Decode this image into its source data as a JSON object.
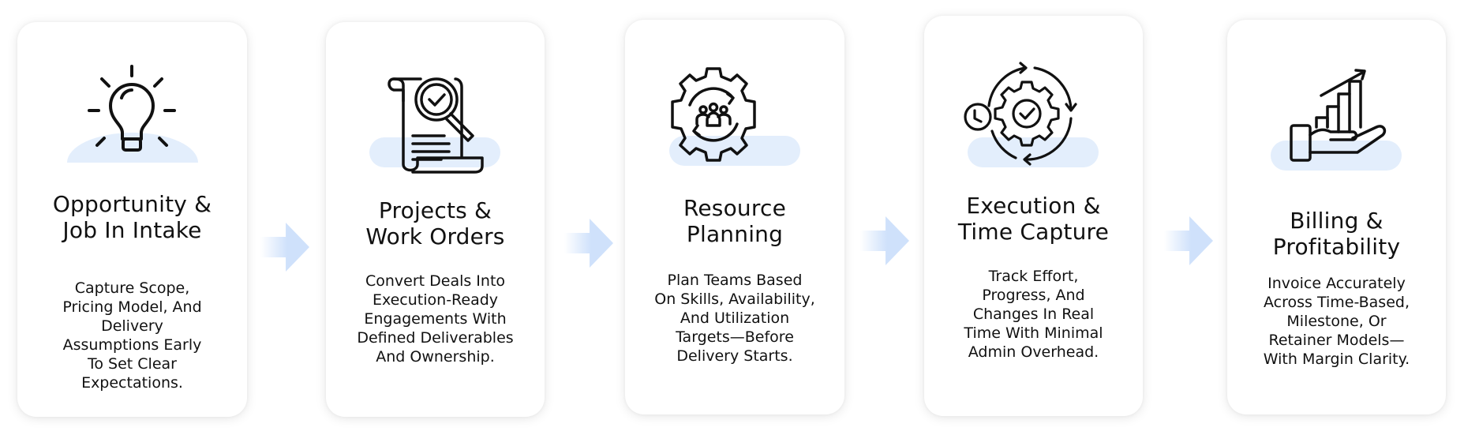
{
  "diagram": {
    "type": "process-flow",
    "accent_color": "#cfe1fb",
    "icon_backdrop_color": "#e3eefc",
    "steps": [
      {
        "icon": "lightbulb-icon",
        "title": "Opportunity  &\nJob In Intake",
        "description": "Capture Scope,\nPricing Model, And\nDelivery\nAssumptions Early\nTo Set Clear\nExpectations."
      },
      {
        "icon": "document-magnifier-check-icon",
        "title": "Projects &\nWork Orders",
        "description": "Convert Deals Into\nExecution-Ready\nEngagements With\nDefined Deliverables\nAnd Ownership."
      },
      {
        "icon": "gear-team-cycle-icon",
        "title": "Resource\nPlanning",
        "description": "Plan Teams Based\nOn Skills, Availability,\nAnd Utilization\nTargets—Before\nDelivery Starts."
      },
      {
        "icon": "gear-check-clock-cycle-icon",
        "title": "Execution &\nTime Capture",
        "description": "Track Effort,\nProgress, And\nChanges In Real\nTime With Minimal\nAdmin Overhead."
      },
      {
        "icon": "hand-growth-chart-icon",
        "title": "Billing &\nProfitability",
        "description": "Invoice Accurately\nAcross Time-Based,\nMilestone, Or\nRetainer Models—\nWith Margin Clarity."
      }
    ],
    "connector": "right-arrow-icon"
  }
}
